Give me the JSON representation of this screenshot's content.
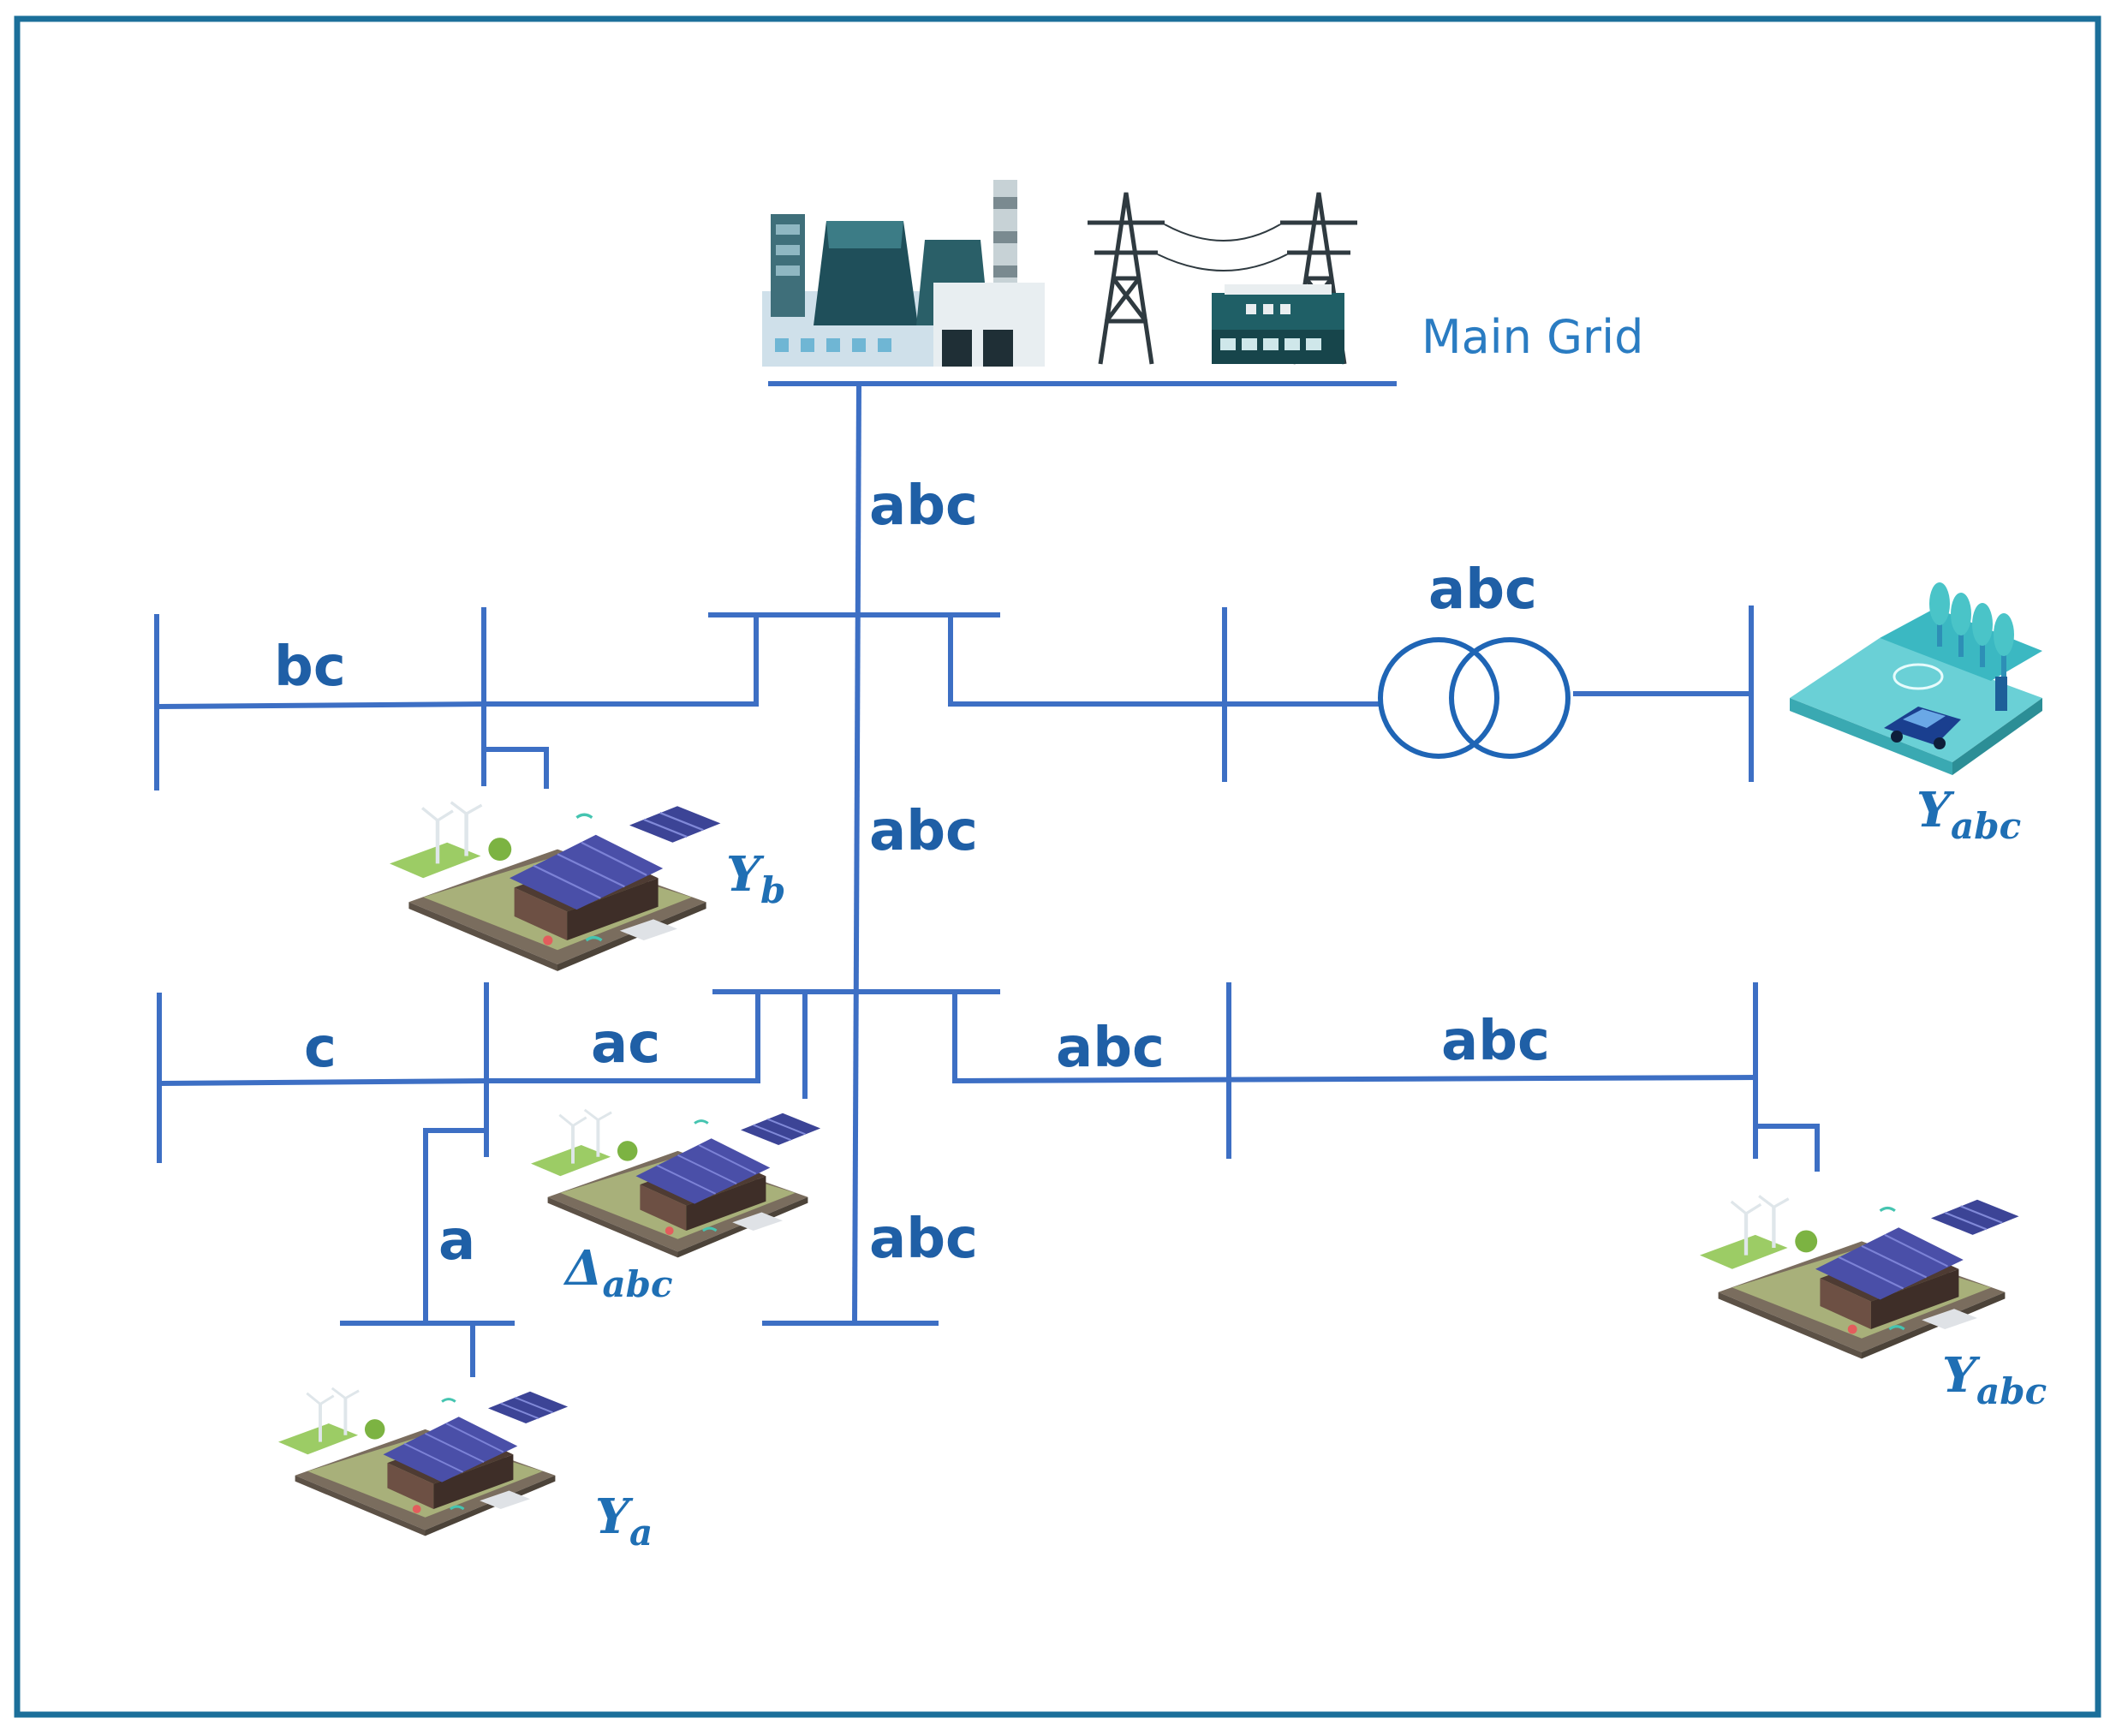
{
  "main_grid": {
    "label": "Main Grid"
  },
  "phase_labels": {
    "trunk_upper": "abc",
    "transformer": "abc",
    "left_upper": "bc",
    "trunk_middle": "abc",
    "left_lower": "c",
    "mid_lower": "ac",
    "lateral_a": "a",
    "trunk_lower": "abc",
    "right_lower_1": "abc",
    "right_lower_2": "abc"
  },
  "loads": {
    "upper_left": {
      "symbol": "Y",
      "subscript": "b"
    },
    "ev_station": {
      "symbol": "Y",
      "subscript": "abc"
    },
    "middle": {
      "symbol": "Δ",
      "subscript": "abc"
    },
    "lower_left": {
      "symbol": "Y",
      "subscript": "a"
    },
    "right": {
      "symbol": "Y",
      "subscript": "abc"
    }
  },
  "icons": {
    "power_plant": "power-plant-icon",
    "transmission_tower": "transmission-tower-icon",
    "substation": "substation-icon",
    "transformer": "transformer-icon",
    "ev_charging_station": "ev-charging-station-icon",
    "house": "house-with-solar-and-wind-icon"
  },
  "colors": {
    "border": "#1b6f9a",
    "line": "#3d6fc4",
    "label": "#1f5fa6",
    "accent": "#2a7cc2"
  }
}
